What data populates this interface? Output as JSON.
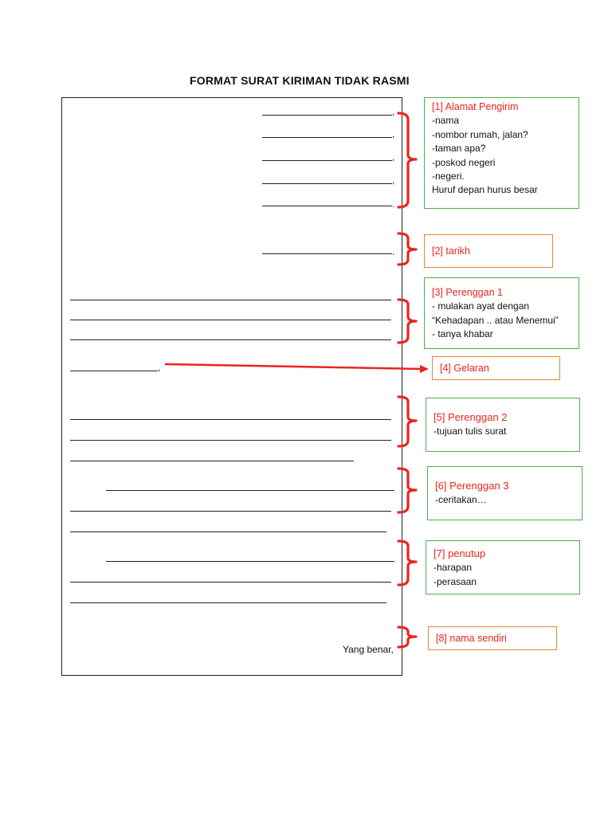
{
  "title": "FORMAT SURAT KIRIMAN TIDAK RASMI",
  "closing": "Yang benar,",
  "punct": {
    "comma": ",",
    "period": "."
  },
  "notes": [
    {
      "head": "[1] Alamat Pengirim",
      "lines": [
        "-nama",
        "-nombor rumah, jalan?",
        "-taman apa?",
        "-poskod negeri",
        "-negeri.",
        "Huruf depan hurus besar"
      ]
    },
    {
      "head": "[2] tarikh",
      "lines": []
    },
    {
      "head": "[3] Perenggan 1",
      "lines": [
        "- mulakan ayat dengan",
        "“Kehadapan .. atau Menemui”",
        "- tanya khabar"
      ]
    },
    {
      "head": "[4] Gelaran",
      "lines": []
    },
    {
      "head": "[5] Perenggan 2",
      "lines": [
        "-tujuan tulis surat"
      ]
    },
    {
      "head": "[6] Perenggan 3",
      "lines": [
        "-ceritakan…"
      ]
    },
    {
      "head": "[7] penutup",
      "lines": [
        "-harapan",
        "-perasaan"
      ]
    },
    {
      "head": "[8] nama sendiri",
      "lines": []
    }
  ],
  "colors": {
    "bracket": "#e8261f",
    "arrow": "#e8261f",
    "green_border": "#4caf50",
    "orange_border": "#e8862e"
  }
}
